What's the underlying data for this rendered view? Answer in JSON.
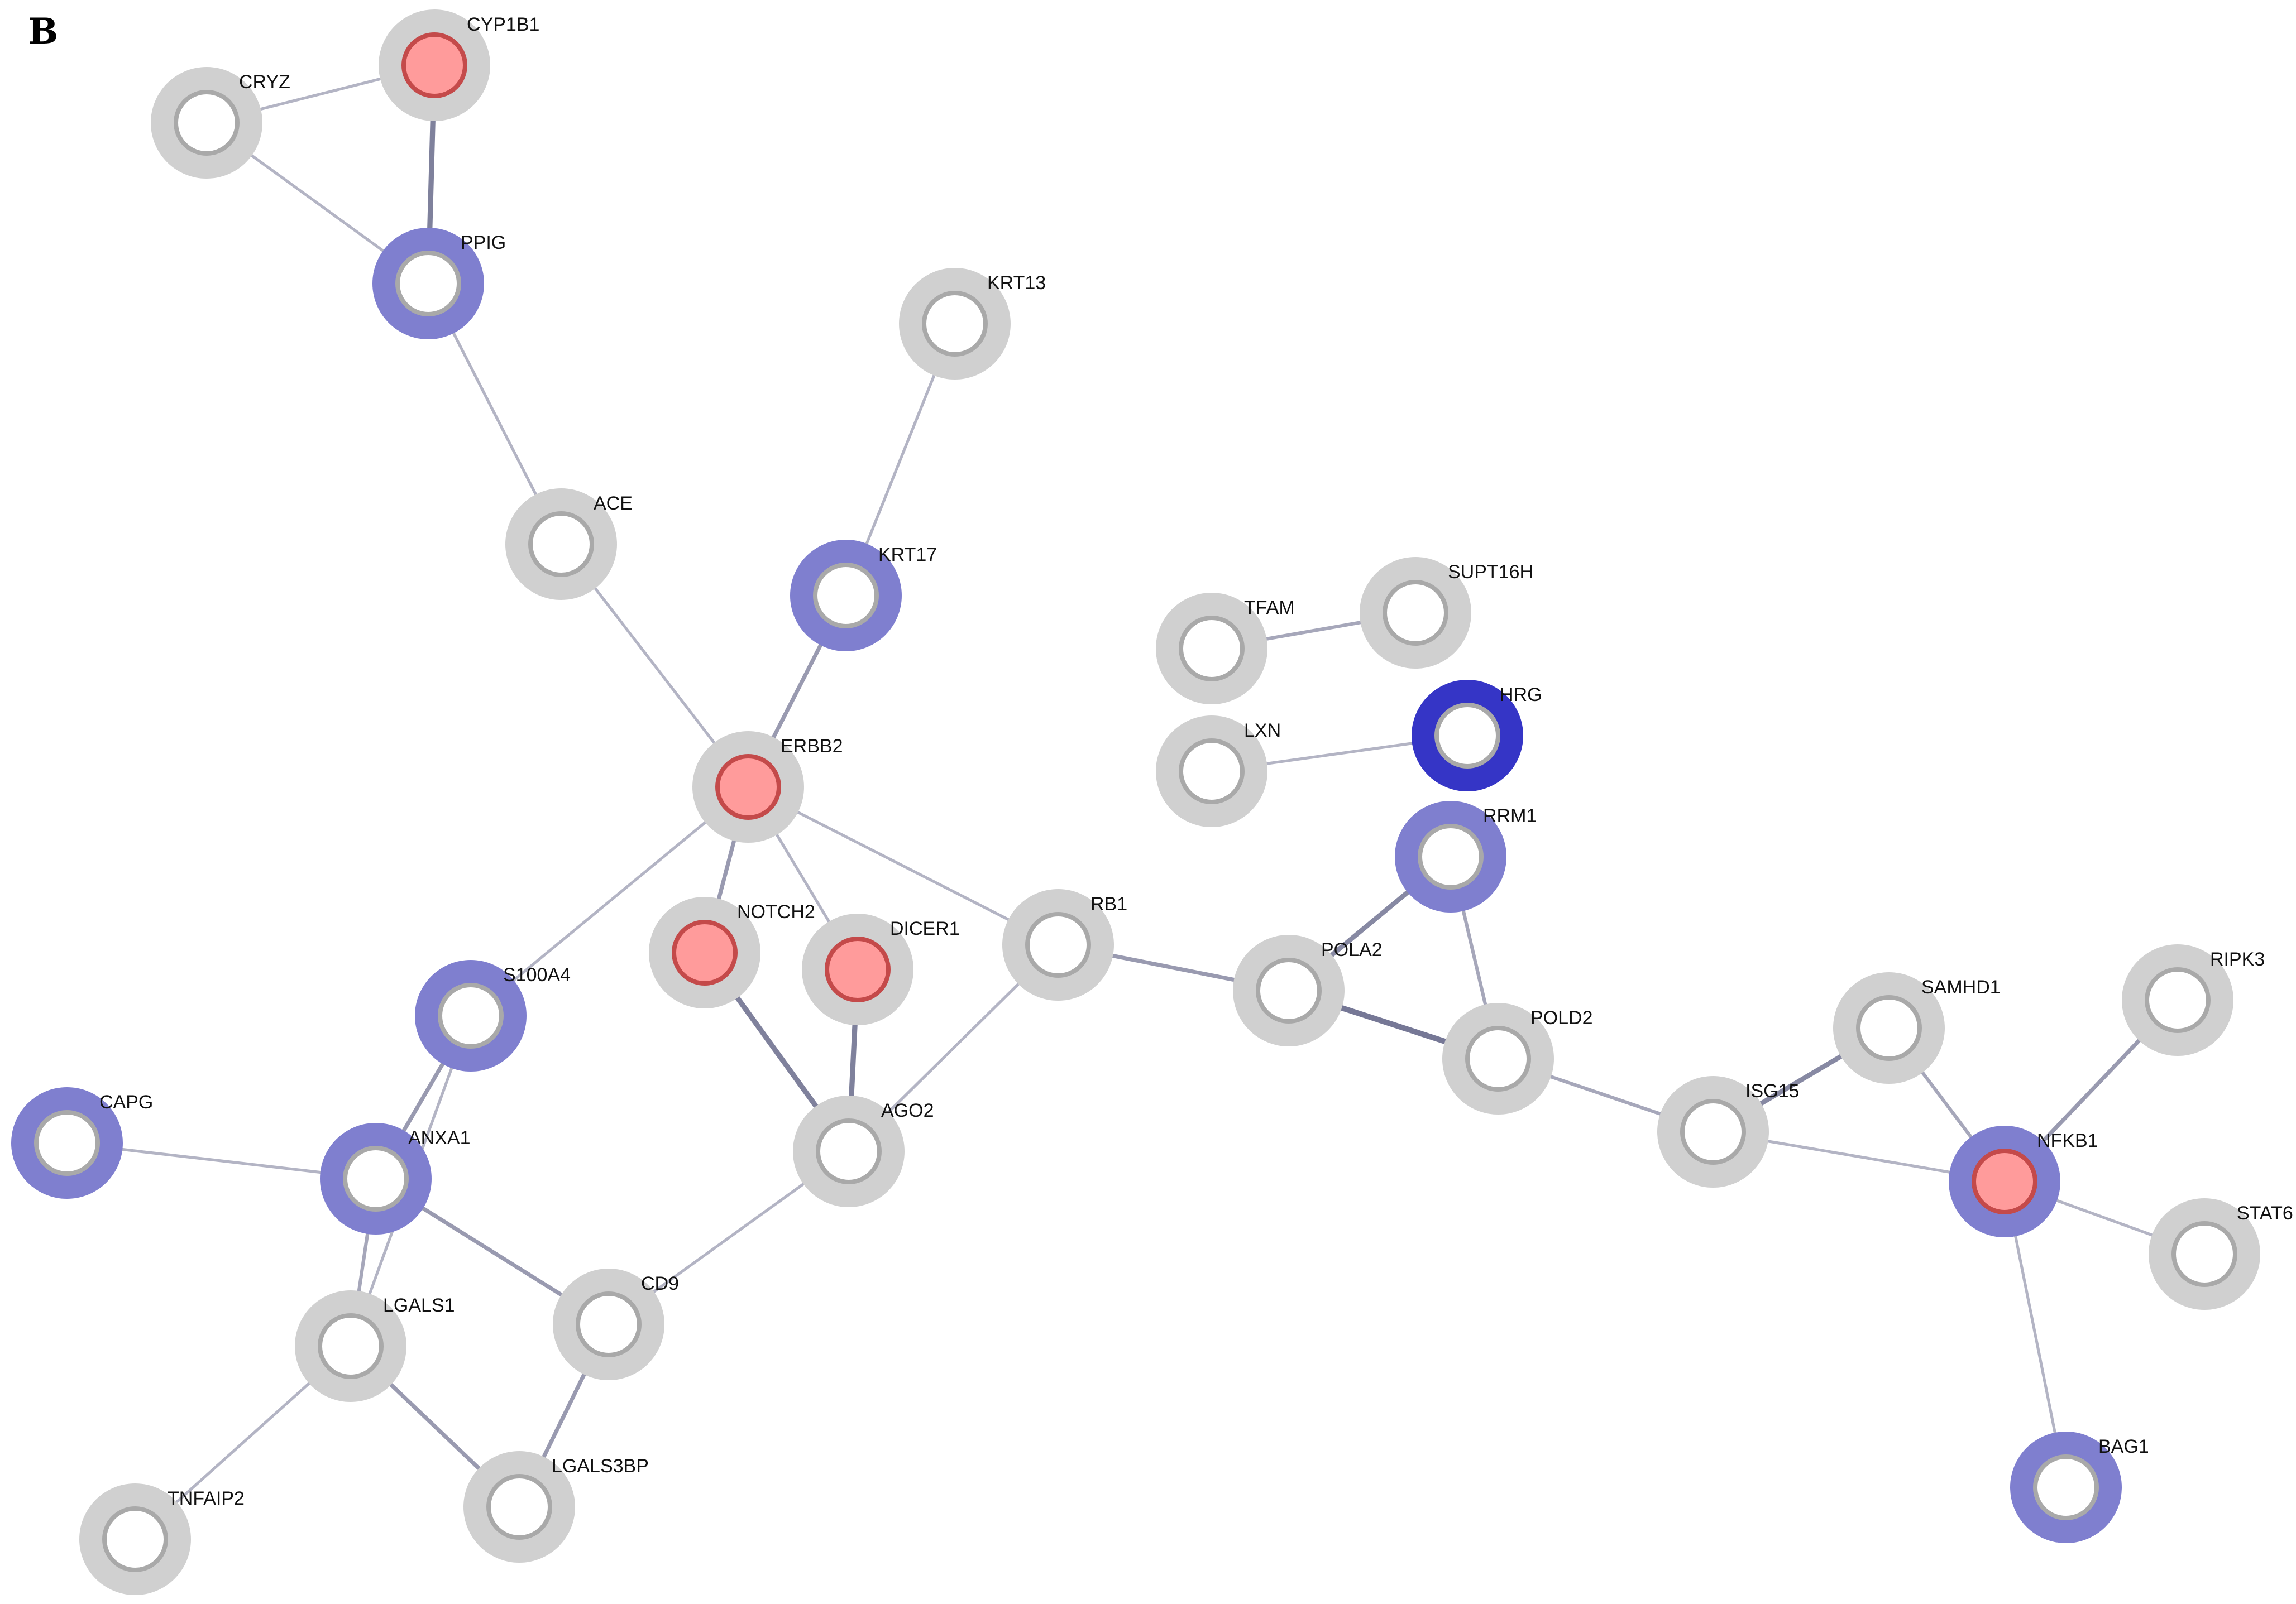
{
  "panel_label": "B",
  "colors": {
    "ring_gray": "#d0d0d0",
    "ring_blue": "#7f7fcf",
    "ring_dark_blue": "#3535c6",
    "fill_red": "#ff9b9b",
    "stroke_red": "#c44a4a",
    "fill_white": "#ffffff",
    "stroke_gray": "#a9a9a9",
    "edge": "#6f7190"
  },
  "nodes": [
    {
      "id": "CYP1B1",
      "label": "CYP1B1",
      "ring": "gray",
      "core": "red"
    },
    {
      "id": "CRYZ",
      "label": "CRYZ",
      "ring": "gray",
      "core": "white"
    },
    {
      "id": "PPIG",
      "label": "PPIG",
      "ring": "blue",
      "core": "white"
    },
    {
      "id": "KRT13",
      "label": "KRT13",
      "ring": "gray",
      "core": "white"
    },
    {
      "id": "ACE",
      "label": "ACE",
      "ring": "gray",
      "core": "white"
    },
    {
      "id": "KRT17",
      "label": "KRT17",
      "ring": "blue",
      "core": "white"
    },
    {
      "id": "TFAM",
      "label": "TFAM",
      "ring": "gray",
      "core": "white"
    },
    {
      "id": "SUPT16H",
      "label": "SUPT16H",
      "ring": "gray",
      "core": "white"
    },
    {
      "id": "LXN",
      "label": "LXN",
      "ring": "gray",
      "core": "white"
    },
    {
      "id": "HRG",
      "label": "HRG",
      "ring": "dark_blue",
      "core": "white"
    },
    {
      "id": "ERBB2",
      "label": "ERBB2",
      "ring": "gray",
      "core": "red"
    },
    {
      "id": "RRM1",
      "label": "RRM1",
      "ring": "blue",
      "core": "white"
    },
    {
      "id": "NOTCH2",
      "label": "NOTCH2",
      "ring": "gray",
      "core": "red"
    },
    {
      "id": "DICER1",
      "label": "DICER1",
      "ring": "gray",
      "core": "red"
    },
    {
      "id": "RB1",
      "label": "RB1",
      "ring": "gray",
      "core": "white"
    },
    {
      "id": "POLA2",
      "label": "POLA2",
      "ring": "gray",
      "core": "white"
    },
    {
      "id": "S100A4",
      "label": "S100A4",
      "ring": "blue",
      "core": "white"
    },
    {
      "id": "POLD2",
      "label": "POLD2",
      "ring": "gray",
      "core": "white"
    },
    {
      "id": "SAMHD1",
      "label": "SAMHD1",
      "ring": "gray",
      "core": "white"
    },
    {
      "id": "RIPK3",
      "label": "RIPK3",
      "ring": "gray",
      "core": "white"
    },
    {
      "id": "CAPG",
      "label": "CAPG",
      "ring": "blue",
      "core": "white"
    },
    {
      "id": "AGO2",
      "label": "AGO2",
      "ring": "gray",
      "core": "white"
    },
    {
      "id": "ISG15",
      "label": "ISG15",
      "ring": "gray",
      "core": "white"
    },
    {
      "id": "ANXA1",
      "label": "ANXA1",
      "ring": "blue",
      "core": "white"
    },
    {
      "id": "NFKB1",
      "label": "NFKB1",
      "ring": "blue",
      "core": "red"
    },
    {
      "id": "STAT6",
      "label": "STAT6",
      "ring": "gray",
      "core": "white"
    },
    {
      "id": "CD9",
      "label": "CD9",
      "ring": "gray",
      "core": "white"
    },
    {
      "id": "LGALS1",
      "label": "LGALS1",
      "ring": "gray",
      "core": "white"
    },
    {
      "id": "LGALS3BP",
      "label": "LGALS3BP",
      "ring": "gray",
      "core": "white"
    },
    {
      "id": "TNFAIP2",
      "label": "TNFAIP2",
      "ring": "gray",
      "core": "white"
    },
    {
      "id": "BAG1",
      "label": "BAG1",
      "ring": "blue",
      "core": "white"
    }
  ],
  "edges": [
    {
      "source": "CRYZ",
      "target": "CYP1B1",
      "weight": 0.3
    },
    {
      "source": "CRYZ",
      "target": "PPIG",
      "weight": 0.3
    },
    {
      "source": "CYP1B1",
      "target": "PPIG",
      "weight": 0.9
    },
    {
      "source": "PPIG",
      "target": "ACE",
      "weight": 0.3
    },
    {
      "source": "ACE",
      "target": "ERBB2",
      "weight": 0.3
    },
    {
      "source": "KRT13",
      "target": "KRT17",
      "weight": 0.3
    },
    {
      "source": "KRT17",
      "target": "ERBB2",
      "weight": 0.6
    },
    {
      "source": "TFAM",
      "target": "SUPT16H",
      "weight": 0.45
    },
    {
      "source": "LXN",
      "target": "HRG",
      "weight": 0.3
    },
    {
      "source": "ERBB2",
      "target": "S100A4",
      "weight": 0.3
    },
    {
      "source": "ERBB2",
      "target": "NOTCH2",
      "weight": 0.6
    },
    {
      "source": "ERBB2",
      "target": "DICER1",
      "weight": 0.3
    },
    {
      "source": "ERBB2",
      "target": "RB1",
      "weight": 0.3
    },
    {
      "source": "NOTCH2",
      "target": "AGO2",
      "weight": 0.9
    },
    {
      "source": "DICER1",
      "target": "AGO2",
      "weight": 0.9
    },
    {
      "source": "RB1",
      "target": "AGO2",
      "weight": 0.3
    },
    {
      "source": "RB1",
      "target": "POLA2",
      "weight": 0.6
    },
    {
      "source": "RRM1",
      "target": "POLA2",
      "weight": 0.8
    },
    {
      "source": "RRM1",
      "target": "POLD2",
      "weight": 0.45
    },
    {
      "source": "POLA2",
      "target": "POLD2",
      "weight": 1.0
    },
    {
      "source": "POLD2",
      "target": "ISG15",
      "weight": 0.45
    },
    {
      "source": "ISG15",
      "target": "SAMHD1",
      "weight": 0.8
    },
    {
      "source": "ISG15",
      "target": "NFKB1",
      "weight": 0.3
    },
    {
      "source": "SAMHD1",
      "target": "NFKB1",
      "weight": 0.45
    },
    {
      "source": "RIPK3",
      "target": "NFKB1",
      "weight": 0.6
    },
    {
      "source": "NFKB1",
      "target": "STAT6",
      "weight": 0.3
    },
    {
      "source": "NFKB1",
      "target": "BAG1",
      "weight": 0.3
    },
    {
      "source": "S100A4",
      "target": "ANXA1",
      "weight": 0.6
    },
    {
      "source": "S100A4",
      "target": "LGALS1",
      "weight": 0.3
    },
    {
      "source": "CAPG",
      "target": "ANXA1",
      "weight": 0.3
    },
    {
      "source": "ANXA1",
      "target": "LGALS1",
      "weight": 0.45
    },
    {
      "source": "ANXA1",
      "target": "CD9",
      "weight": 0.6
    },
    {
      "source": "AGO2",
      "target": "CD9",
      "weight": 0.3
    },
    {
      "source": "CD9",
      "target": "LGALS3BP",
      "weight": 0.6
    },
    {
      "source": "LGALS1",
      "target": "LGALS3BP",
      "weight": 0.6
    },
    {
      "source": "LGALS1",
      "target": "TNFAIP2",
      "weight": 0.3
    }
  ]
}
